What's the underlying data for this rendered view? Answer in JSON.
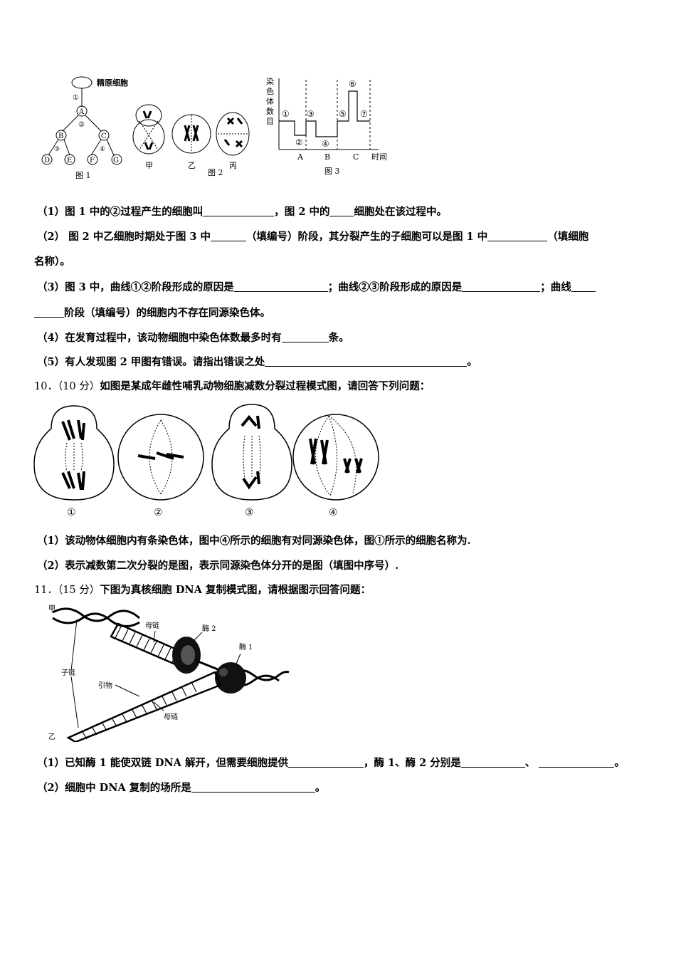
{
  "figs_top": {
    "fig1": {
      "root_label": "精原细胞",
      "step1": "①",
      "step2": "②",
      "step3": "③",
      "step4": "④",
      "nodes": [
        "A",
        "B",
        "C",
        "D",
        "E",
        "F",
        "G"
      ],
      "caption": "图 1"
    },
    "fig2": {
      "labels": [
        "甲",
        "乙",
        "丙"
      ],
      "caption": "图 2"
    },
    "fig3": {
      "ylabel": [
        "染",
        "色",
        "体",
        "数",
        "目"
      ],
      "segments": [
        "①",
        "②",
        "③",
        "④",
        "⑤",
        "⑥",
        "⑦"
      ],
      "xticks": [
        "A",
        "B",
        "C"
      ],
      "xlabel": "时间",
      "caption": "图 3"
    }
  },
  "q9": {
    "s1_a": "（1）图 1 中的②过程产生的细胞叫",
    "s1_b": "，图 2 中的",
    "s1_c": "细胞处在该过程中。",
    "s2_a": "（2） 图 2 中乙细胞时期处于图 3 中",
    "s2_b": "（填编号）阶段，其分裂产生的子细胞可以是图 1 中",
    "s2_c": "（填细胞",
    "s2_d": "名称）。",
    "s3_a": "（3）图 3 中，曲线①②阶段形成的原因是",
    "s3_b": "；曲线②③阶段形成的原因是",
    "s3_c": "；曲线",
    "s3_d": "阶段（填编号）的细胞内不存在同源染色体。",
    "s4_a": "（4）在发育过程中，该动物细胞中染色体数最多时有",
    "s4_b": "条。",
    "s5_a": "（5）有人发现图 2 甲图有错误。请指出错误之处",
    "s5_b": "。"
  },
  "q10": {
    "num": "10．（10 分）",
    "text": "如图是某成年雌性哺乳动物细胞减数分裂过程模式图，请回答下列问题：",
    "cells": [
      "①",
      "②",
      "③",
      "④"
    ],
    "s1": "（1）该动物体细胞内有条染色体，图中④所示的细胞有对同源染色体，图①所示的细胞名称为.",
    "s2": "（2）表示减数第二次分裂的是图，表示同源染色体分开的是图（填图中序号）."
  },
  "q11": {
    "num": "11．（15 分）",
    "text_a": "下图为真核细胞 ",
    "text_dna": "DNA",
    "text_b": " 复制模式图，请根据图示回答问题：",
    "labels": {
      "jia": "甲",
      "yi": "乙",
      "mulian_top": "母链",
      "mei2": "酶 2",
      "mei1": "酶 1",
      "zilian": "子链",
      "yinwu": "引物",
      "mulian_bottom": "母链"
    },
    "s1_a": "（1）已知酶 1 能使双链 DNA 解开，但需要细胞提供",
    "s1_b": "，酶 1、酶 2 分别是",
    "s1_c": "、",
    "s1_d": "。",
    "s2_a": "（2）细胞中 DNA 复制的场所是",
    "s2_b": "。"
  }
}
